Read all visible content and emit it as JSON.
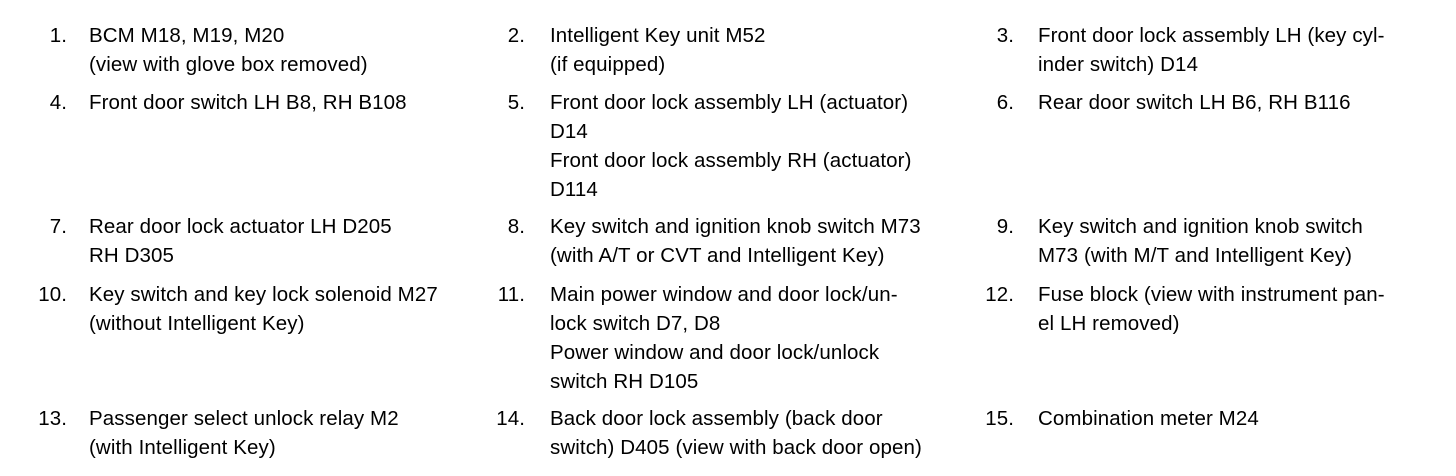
{
  "legend": {
    "items": [
      {
        "number": "1.",
        "lines": [
          "BCM M18, M19, M20",
          "(view with glove box removed)"
        ]
      },
      {
        "number": "2.",
        "lines": [
          "Intelligent Key unit M52",
          "(if equipped)"
        ]
      },
      {
        "number": "3.",
        "lines": [
          "Front door lock assembly LH (key cyl-",
          "inder switch) D14"
        ]
      },
      {
        "number": "4.",
        "lines": [
          "Front door switch LH B8, RH B108"
        ]
      },
      {
        "number": "5.",
        "lines": [
          "Front door lock assembly LH (actuator)",
          "D14",
          "Front door lock assembly RH (actuator)",
          "D114"
        ]
      },
      {
        "number": "6.",
        "lines": [
          "Rear door switch LH B6, RH B116"
        ]
      },
      {
        "number": "7.",
        "lines": [
          "Rear door lock actuator LH D205",
          "RH D305"
        ]
      },
      {
        "number": "8.",
        "lines": [
          "Key switch and ignition knob switch M73",
          "(with A/T or CVT and Intelligent Key)"
        ]
      },
      {
        "number": "9.",
        "lines": [
          "Key switch and ignition knob switch",
          "M73 (with M/T and Intelligent Key)"
        ]
      },
      {
        "number": "10.",
        "lines": [
          "Key switch and key lock solenoid M27",
          "(without Intelligent Key)"
        ]
      },
      {
        "number": "11.",
        "lines": [
          "Main power window and door lock/un-",
          "lock switch D7, D8",
          "Power window and door lock/unlock",
          "switch RH D105"
        ]
      },
      {
        "number": "12.",
        "lines": [
          "Fuse block (view with instrument pan-",
          "el LH removed)"
        ]
      },
      {
        "number": "13.",
        "lines": [
          "Passenger select unlock relay M2",
          "(with Intelligent Key)"
        ]
      },
      {
        "number": "14.",
        "lines": [
          "Back door lock assembly (back door",
          "switch) D405 (view with back door open)"
        ]
      },
      {
        "number": "15.",
        "lines": [
          "Combination meter M24"
        ]
      }
    ]
  }
}
